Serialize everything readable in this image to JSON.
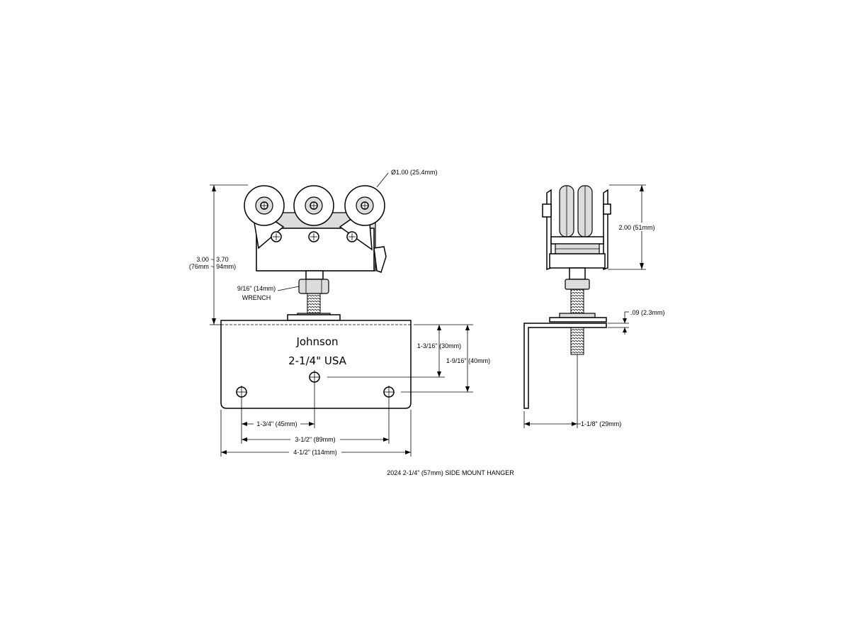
{
  "caption": "2024 2-1/4\" (57mm) SIDE MOUNT HANGER",
  "brand_stamp": {
    "line1": "Johnson",
    "line2": "2-1/4\"  USA"
  },
  "dimensions": {
    "wheel_diameter": "Ø1.00 (25.4mm)",
    "overall_height_in": "3.00 ~ 3.70",
    "overall_height_mm": "(76mm ~ 94mm)",
    "wrench_size": "9/16\" (14mm)",
    "wrench_label": "WRENCH",
    "hole_height_1": "1-3/16\" (30mm)",
    "hole_height_2": "1-9/16\" (40mm)",
    "center_offset": "1-3/4\" (45mm)",
    "hole_spacing": "3-1/2\" (89mm)",
    "plate_width": "4-1/2\" (114mm)",
    "side_height": "2.00 (51mm)",
    "plate_thickness": ".09 (2.3mm)",
    "side_depth": "1-1/8\" (29mm)"
  }
}
